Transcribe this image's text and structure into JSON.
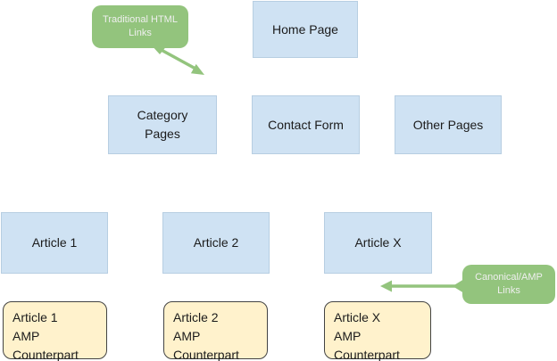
{
  "colors": {
    "background": "#ffffff",
    "page_fill": "#cfe2f3",
    "page_border": "#b7cee2",
    "amp_fill": "#fff2cc",
    "amp_border": "#434343",
    "callout_fill": "#93c47d",
    "callout_text": "#efefef",
    "node_text": "#1b1b1b"
  },
  "nodes": {
    "home": {
      "label": "Home Page"
    },
    "category": {
      "lines": [
        "Category",
        "Pages"
      ]
    },
    "contact": {
      "label": "Contact Form"
    },
    "other": {
      "label": "Other Pages"
    },
    "article1": {
      "label": "Article 1"
    },
    "article2": {
      "label": "Article 2"
    },
    "articleX": {
      "label": "Article X"
    },
    "amp1": {
      "lines": [
        "Article 1",
        "AMP",
        "Counterpart"
      ]
    },
    "amp2": {
      "lines": [
        "Article 2",
        "AMP",
        "Counterpart"
      ]
    },
    "ampX": {
      "lines": [
        "Article X",
        "AMP",
        "Counterpart"
      ]
    }
  },
  "callouts": {
    "traditional": {
      "lines": [
        "Traditional HTML",
        "Links"
      ]
    },
    "canonical": {
      "lines": [
        "Canonical/AMP",
        "Links"
      ]
    }
  }
}
